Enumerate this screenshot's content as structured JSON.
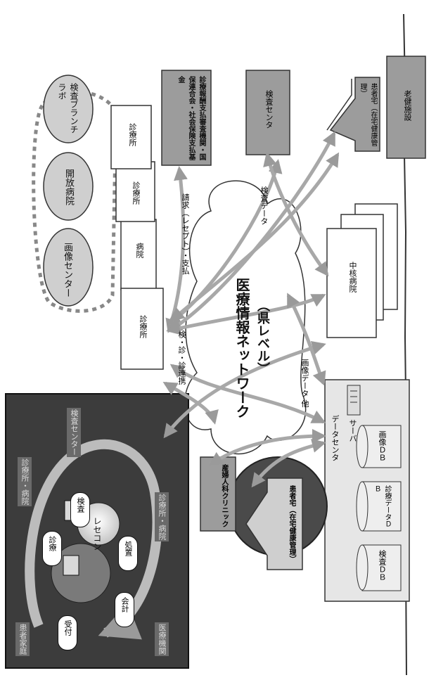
{
  "network": {
    "title": "医療情報ネットワーク",
    "subtitle": "（県レベル）"
  },
  "circles": {
    "imaging": "画像センター",
    "open_hospital": "開放病院",
    "branch_lab": "検査ブランチラボ"
  },
  "boxes": {
    "hospital": "病院",
    "clinic_a": "診療所",
    "clinic_b": "診療所",
    "clinic_main": "診療所",
    "payment_agency": "診療報酬支払審査機関・国保連合会・社会保険支払基金",
    "test_center": "検査センタ",
    "home_top": "患者宅（在宅健康管理）",
    "elder_facility": "老健施設",
    "core_hospital": "中核病院",
    "home_bottom": "患者宅（在宅健康管理）",
    "obgyn": "産婦人科クリニック"
  },
  "flows": {
    "claims": "請求（レセプト）・支払",
    "test_data": "検査データ",
    "referral": "検・診・診連携",
    "image_data": "画像データ 他"
  },
  "datacenter": {
    "title": "データセンタ",
    "server": "サーバ",
    "db_image": "画像ＤＢ",
    "db_diag": "診療データＤＢ",
    "db_test": "検査ＤＢ"
  },
  "dark_panel": {
    "label_top": "診療所・病院",
    "label_test_center": "検査センター",
    "label_mid": "診療所・病院",
    "label_patient": "患者家庭",
    "label_bottom": "医療機関",
    "receipt_computer": "レセコン",
    "reception": "受付",
    "diagnosis": "診療",
    "test": "検査",
    "treatment": "処置",
    "accounting": "会計"
  }
}
